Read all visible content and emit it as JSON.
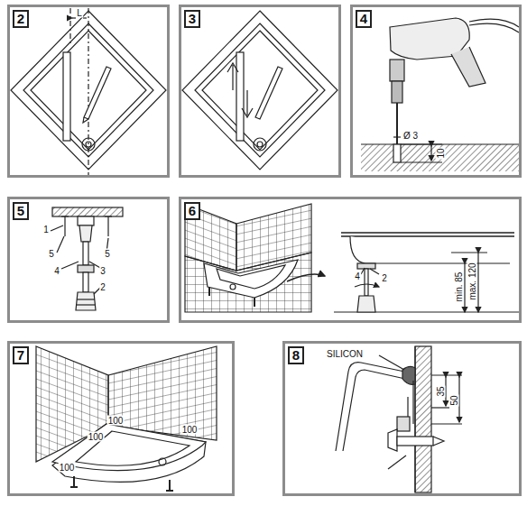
{
  "diagram": {
    "nodes": [
      {
        "text": [
          "2"
        ]
      },
      {
        "text": [
          "3"
        ]
      },
      {
        "text": [
          "4"
        ]
      },
      {
        "text": [
          "5"
        ]
      },
      {
        "text": [
          "6"
        ]
      },
      {
        "text": [
          "7"
        ]
      },
      {
        "text": [
          "8"
        ]
      }
    ],
    "labels": [
      "L",
      "Ø 3",
      "10",
      "1",
      "5",
      "4",
      "5",
      "3",
      "2",
      "4",
      "2",
      "min. 85",
      "max. 120",
      "100",
      "100",
      "100",
      "100",
      "SILICON",
      "35",
      "50"
    ]
  }
}
